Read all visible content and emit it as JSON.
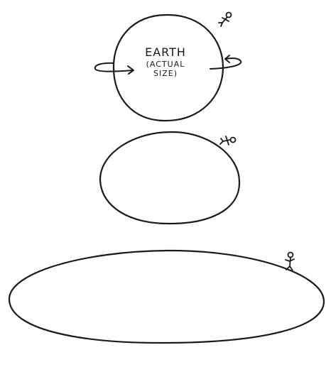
{
  "palette": {
    "ink": "#1a1a1a",
    "background": "#ffffff"
  },
  "label": {
    "line1": "EARTH",
    "line2": "(ACTUAL",
    "line3": "SIZE)"
  },
  "figures": [
    {
      "id": "earth-sphere",
      "shape": "circle",
      "person_on_surface": true,
      "rotation_arrows": true
    },
    {
      "id": "earth-slight-oblate",
      "shape": "ellipse",
      "person_on_surface": true
    },
    {
      "id": "earth-flattened",
      "shape": "ellipse",
      "person_on_surface": true
    }
  ]
}
